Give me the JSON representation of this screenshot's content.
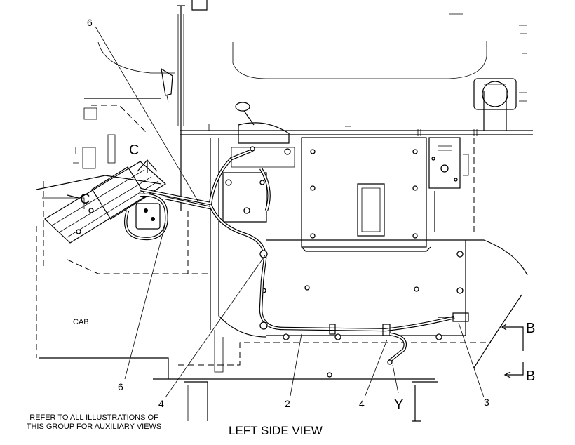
{
  "title": "LEFT SIDE VIEW",
  "note": {
    "line1": "REFER TO ALL ILLUSTRATIONS OF",
    "line2": "THIS GROUP FOR AUXILIARY VIEWS"
  },
  "area_label": "CAB",
  "section_markers": {
    "c_top": "C",
    "c_left": "C",
    "b_top": "B",
    "b_bottom": "B"
  },
  "callouts": {
    "harness_top": "6",
    "harness_lower": "6",
    "clip_left": "4",
    "harness_main": "2",
    "clip_right": "4",
    "connector_y": "Y",
    "switch_3": "3"
  }
}
